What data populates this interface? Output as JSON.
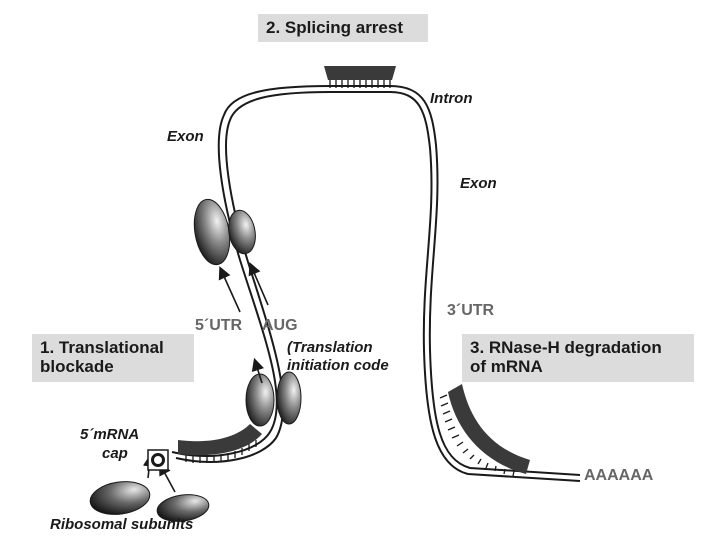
{
  "title": "2. Splicing arrest",
  "labels": {
    "intron": "Intron",
    "exon_left": "Exon",
    "exon_right": "Exon",
    "utr5": "5´UTR",
    "aug": "AUG",
    "translation_line1": "(Translation",
    "translation_line2": "initiation code",
    "utr3": "3´UTR",
    "polya": "AAAAAA",
    "cap_line1": "5´mRNA",
    "cap_line2": "cap",
    "ribosomal": "Ribosomal subunits"
  },
  "boxes": {
    "translational_line1": "1. Translational",
    "translational_line2": "blockade",
    "rnase_line1": "3. RNase-H degradation",
    "rnase_line2": "of mRNA"
  },
  "colors": {
    "strand": "#1a1a1a",
    "oligo": "#3a3a3a",
    "box_bg": "#dcdcdc",
    "utr_text": "#666666"
  }
}
